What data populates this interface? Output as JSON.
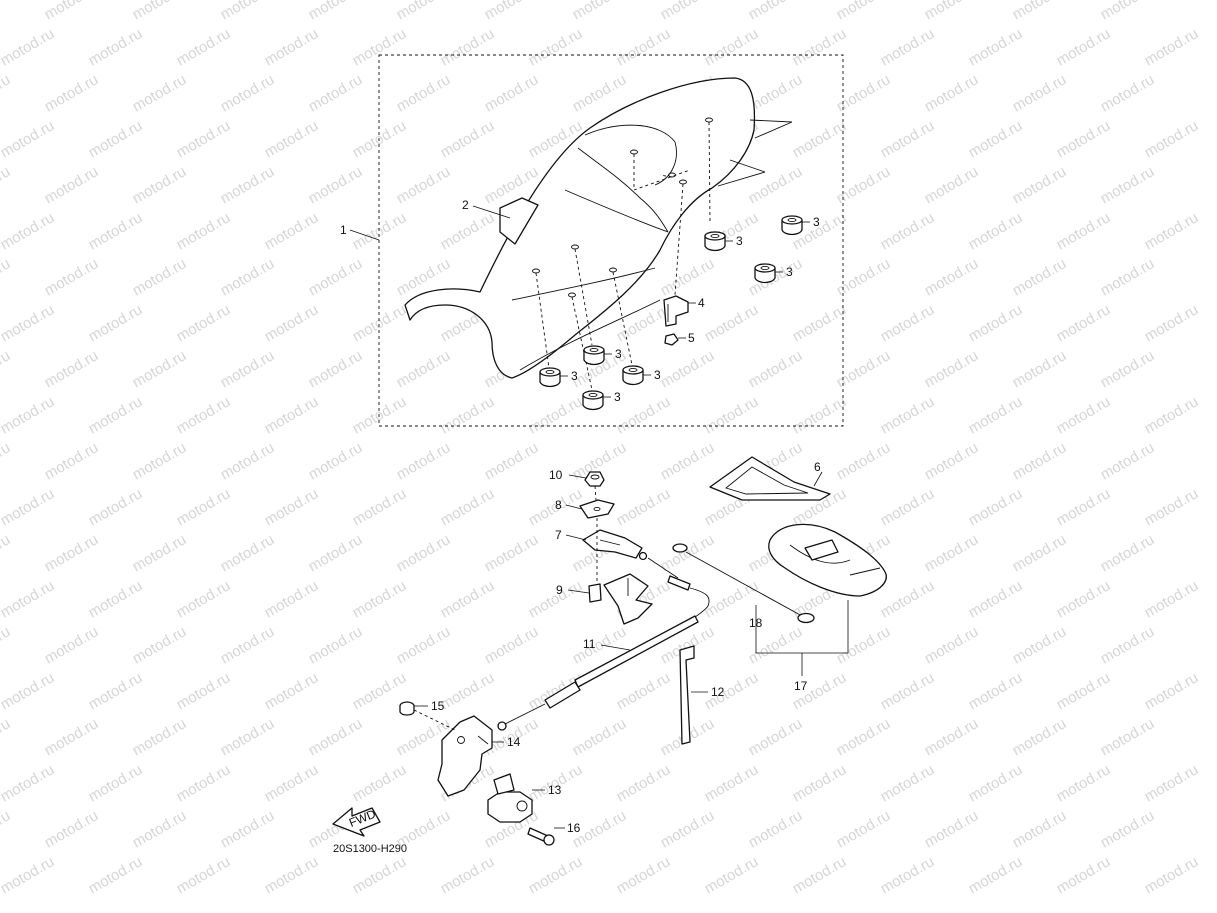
{
  "watermark": "motod.ru",
  "drawing_code": "20S1300-H290",
  "fwd_label": "FWD",
  "callouts": [
    {
      "id": "c1",
      "text": "1"
    },
    {
      "id": "c2",
      "text": "2"
    },
    {
      "id": "c3a",
      "text": "3"
    },
    {
      "id": "c3b",
      "text": "3"
    },
    {
      "id": "c3c",
      "text": "3"
    },
    {
      "id": "c3d",
      "text": "3"
    },
    {
      "id": "c3e",
      "text": "3"
    },
    {
      "id": "c3f",
      "text": "3"
    },
    {
      "id": "c3g",
      "text": "3"
    },
    {
      "id": "c4",
      "text": "4"
    },
    {
      "id": "c5",
      "text": "5"
    },
    {
      "id": "c6",
      "text": "6"
    },
    {
      "id": "c7",
      "text": "7"
    },
    {
      "id": "c8",
      "text": "8"
    },
    {
      "id": "c9",
      "text": "9"
    },
    {
      "id": "c10",
      "text": "10"
    },
    {
      "id": "c11",
      "text": "11"
    },
    {
      "id": "c12",
      "text": "12"
    },
    {
      "id": "c13",
      "text": "13"
    },
    {
      "id": "c14",
      "text": "14"
    },
    {
      "id": "c15",
      "text": "15"
    },
    {
      "id": "c16",
      "text": "16"
    },
    {
      "id": "c17",
      "text": "17"
    },
    {
      "id": "c18",
      "text": "18"
    }
  ]
}
